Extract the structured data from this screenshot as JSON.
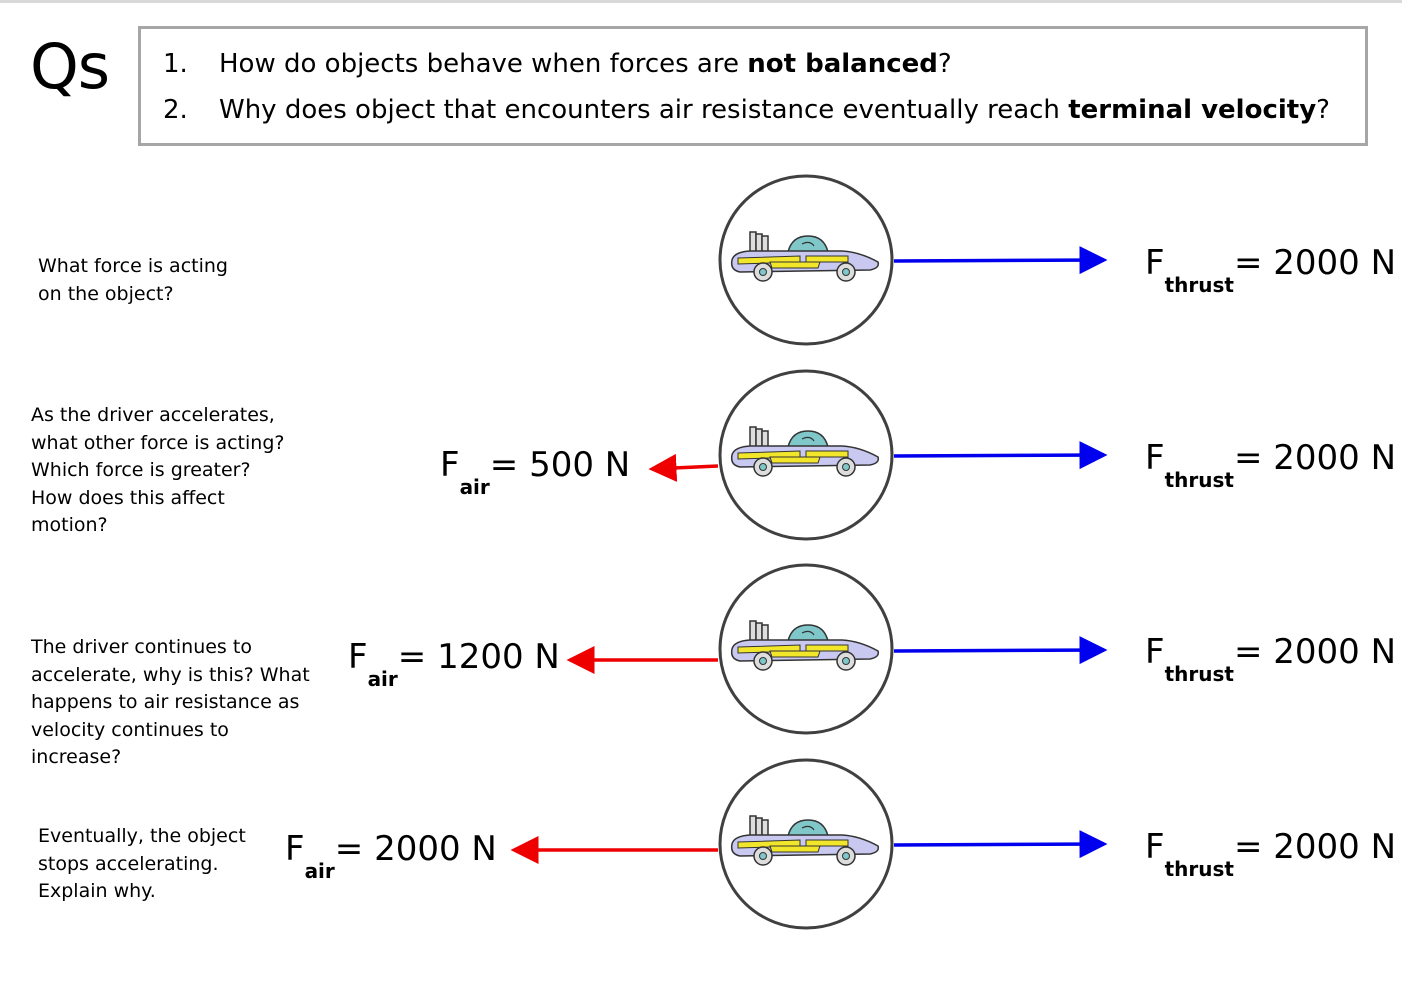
{
  "header": {
    "title": "Qs",
    "questions": [
      {
        "number": "1.",
        "text_before": "How do objects behave when forces are ",
        "bold": "not balanced",
        "text_after": "?"
      },
      {
        "number": "2.",
        "text_before": "Why does object that encounters air resistance eventually reach ",
        "bold": "terminal velocity",
        "text_after": "?"
      }
    ]
  },
  "rows": [
    {
      "prompt_lines": [
        "What force is acting",
        "on the object?"
      ],
      "thrust": {
        "symbol": "F",
        "subscript": "thrust",
        "value": "= 2000 N"
      },
      "air": null
    },
    {
      "prompt_lines": [
        "As the driver accelerates,",
        "what other force is acting?",
        "Which force is greater?",
        "How does this affect",
        "motion?"
      ],
      "thrust": {
        "symbol": "F",
        "subscript": "thrust",
        "value": "= 2000 N"
      },
      "air": {
        "symbol": "F",
        "subscript": "air",
        "value": "= 500 N"
      }
    },
    {
      "prompt_lines": [
        "The driver continues to",
        "accelerate, why is this? What",
        "happens to air resistance as",
        "velocity continues to",
        "increase?"
      ],
      "thrust": {
        "symbol": "F",
        "subscript": "thrust",
        "value": "= 2000 N"
      },
      "air": {
        "symbol": "F",
        "subscript": "air",
        "value": "= 1200 N"
      }
    },
    {
      "prompt_lines": [
        "Eventually, the object",
        "stops accelerating.",
        "Explain why."
      ],
      "thrust": {
        "symbol": "F",
        "subscript": "thrust",
        "value": "= 2000 N"
      },
      "air": {
        "symbol": "F",
        "subscript": "air",
        "value": "= 2000 N"
      }
    }
  ],
  "colors": {
    "thrust_arrow": "#0000ee",
    "air_arrow": "#ee0000",
    "circle_stroke": "#404040",
    "box_border": "#a6a6a6",
    "car_body": "#c8c8f0",
    "car_stripe": "#f2e62a",
    "car_dome": "#7fc7c9"
  },
  "icons": {
    "car": "racing-car-icon"
  }
}
